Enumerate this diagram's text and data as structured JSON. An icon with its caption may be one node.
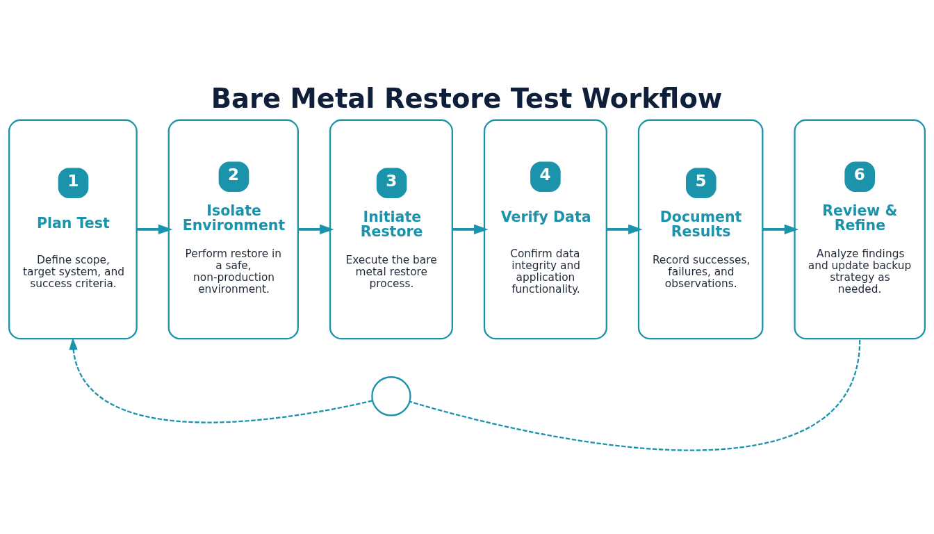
{
  "diagram": {
    "title": "Bare Metal Restore Test Workflow",
    "nodes": [
      {
        "text": [
          "1",
          "Plan Test",
          "Define scope, target system, and success criteria."
        ]
      },
      {
        "text": [
          "2",
          "Isolate Environment",
          "Perform restore in a safe, non-production environment."
        ]
      },
      {
        "text": [
          "3",
          "Initiate Restore",
          "Execute the bare metal restore process."
        ]
      },
      {
        "text": [
          "4",
          "Verify Data",
          "Confirm data integrity and application functionality."
        ]
      },
      {
        "text": [
          "5",
          "Document Results",
          "Record successes, failures, and observations."
        ]
      },
      {
        "text": [
          "6",
          "Review & Refine",
          "Analyze findings and update backup strategy as needed."
        ]
      },
      {
        "text": [],
        "shape": "circle"
      }
    ],
    "edges": [
      {
        "from": 0,
        "to": 1,
        "arrow": "to"
      },
      {
        "from": 1,
        "to": 2,
        "arrow": "to"
      },
      {
        "from": 2,
        "to": 3,
        "arrow": "to"
      },
      {
        "from": 3,
        "to": 4,
        "arrow": "to"
      },
      {
        "from": 4,
        "to": 5,
        "arrow": "to"
      },
      {
        "from": 5,
        "to": 6,
        "arrow": "none",
        "style": "dashed"
      },
      {
        "from": 6,
        "to": 0,
        "arrow": "to",
        "style": "dashed"
      }
    ]
  }
}
